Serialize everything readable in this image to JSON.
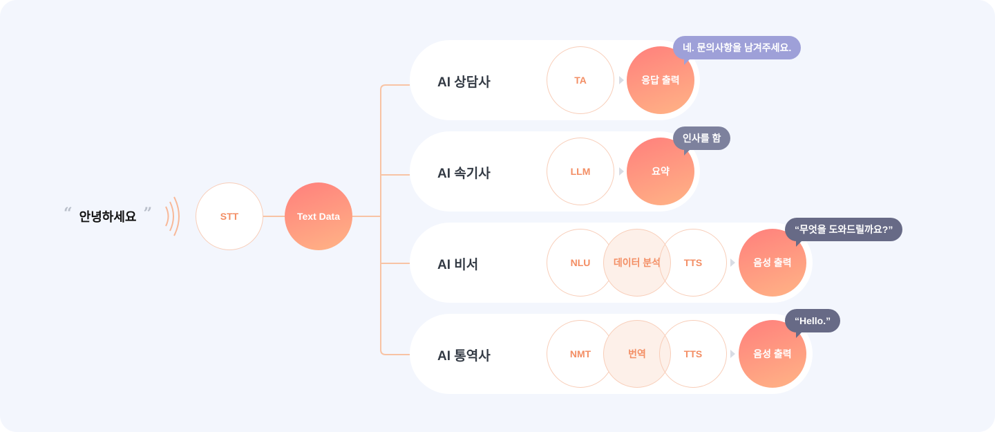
{
  "greeting": {
    "open_quote": "“",
    "text": "안녕하세요",
    "close_quote": "”"
  },
  "pipeline": {
    "stt": "STT",
    "text_data": "Text Data"
  },
  "colors": {
    "accent_gradient_start": "#ff7f7c",
    "accent_gradient_end": "#ffb486",
    "line": "#f8c3a4",
    "background": "#f3f6fd"
  },
  "rows": [
    {
      "title": "AI 상담사",
      "steps": [
        "TA"
      ],
      "output": "응답 출력",
      "bubble": "네. 문의사항을 남겨주세요."
    },
    {
      "title": "AI 속기사",
      "steps": [
        "LLM"
      ],
      "output": "요약",
      "bubble": "인사를 함"
    },
    {
      "title": "AI 비서",
      "steps": [
        "NLU",
        "데이터 분석",
        "TTS"
      ],
      "output": "음성 출력",
      "bubble": "“무엇을 도와드릴까요?”"
    },
    {
      "title": "AI 통역사",
      "steps": [
        "NMT",
        "번역",
        "TTS"
      ],
      "output": "음성 출력",
      "bubble": "“Hello.”"
    }
  ]
}
